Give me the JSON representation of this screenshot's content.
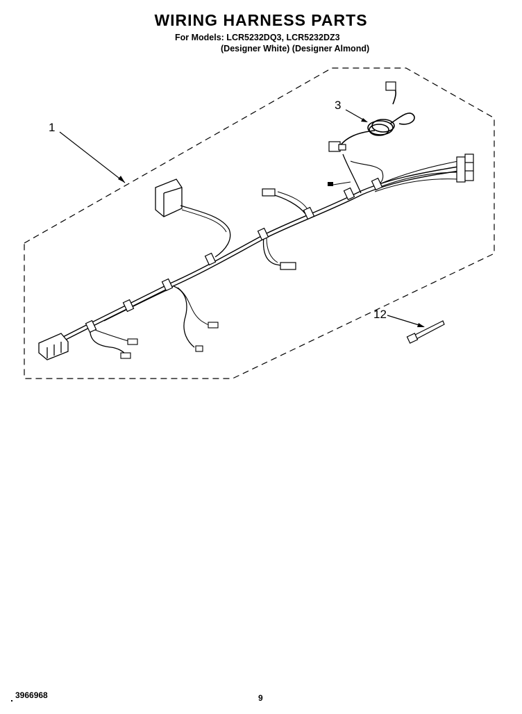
{
  "header": {
    "title": "WIRING HARNESS PARTS",
    "models_line": "For Models: LCR5232DQ3, LCR5232DZ3",
    "variants_line": "(Designer White)  (Designer Almond)"
  },
  "callouts": [
    {
      "id": "c1",
      "label": "1"
    },
    {
      "id": "c3",
      "label": "3"
    },
    {
      "id": "c12",
      "label": "12"
    }
  ],
  "footer": {
    "doc_number": "3966968",
    "page_number": "9"
  }
}
